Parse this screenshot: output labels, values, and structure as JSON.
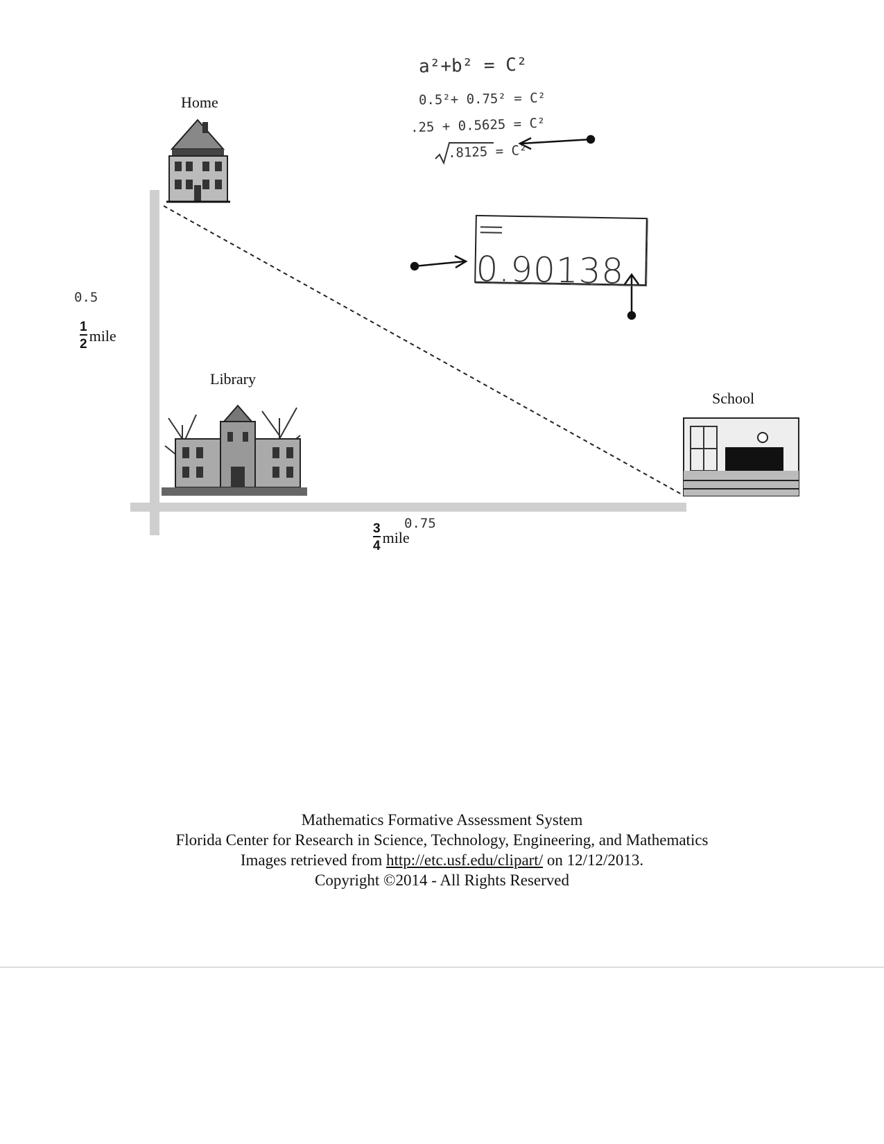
{
  "places": {
    "home": "Home",
    "library": "Library",
    "school": "School"
  },
  "legs": {
    "vertical": {
      "numerator": "1",
      "denominator": "2",
      "unit": "mile",
      "handwritten": "0.5"
    },
    "horizontal": {
      "numerator": "3",
      "denominator": "4",
      "unit": "mile",
      "handwritten": "0.75"
    }
  },
  "handwritten_work": {
    "line1": "a²+b² = C²",
    "line2": "0.5²+ 0.75² = C²",
    "line3": ".25 + 0.5625 = C²",
    "line4": ".8125 = C²",
    "answer": "= 0.90138"
  },
  "icons": {
    "home": "house-icon",
    "library": "library-building-icon",
    "school": "classroom-icon"
  },
  "footer": {
    "line1": "Mathematics Formative Assessment System",
    "line2": "Florida Center for Research in Science, Technology, Engineering, and Mathematics",
    "line3_prefix": "Images retrieved from",
    "line3_link": "http://etc.usf.edu/clipart/",
    "line3_suffix": "on 12/12/2013.",
    "line4": "Copyright ©2014 - All Rights Reserved"
  }
}
